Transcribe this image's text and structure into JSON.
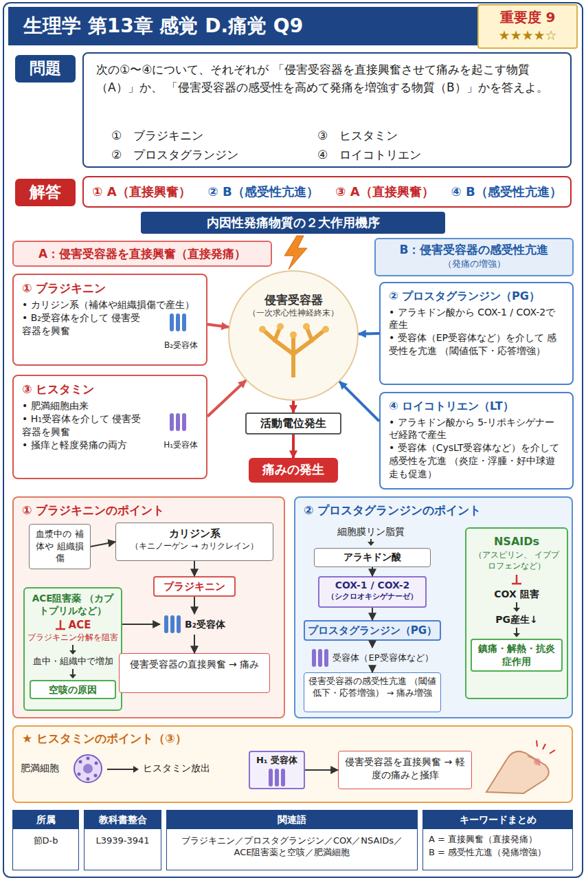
{
  "diagram": {
    "nodes": [
      {
        "text": [
          "生理学 第13章 感覚 D.痛覚 Q9"
        ]
      },
      {
        "text": [
          "重要度 9",
          "★★★★☆"
        ],
        "in": 0
      },
      {
        "text": [
          "問題"
        ]
      },
      {
        "text": [
          "次の①〜④について、それぞれが 「侵害受容器を直接興奮させて痛みを起こす物質（A）」か、 「侵害受容器の感受性を高めて発痛を増強する物質（B）」かを答えよ。",
          "①　ブラジキニン",
          "②　プロスタグランジン",
          "③　ヒスタミン",
          "④　ロイコトリエン"
        ]
      },
      {
        "text": [
          "解答"
        ]
      },
      {
        "text": [
          "① A（直接興奮）",
          "② B（感受性亢進）",
          "③ A（直接興奮）",
          "④ B（感受性亢進）"
        ]
      },
      {
        "text": [
          "内因性発痛物質の２大作用機序"
        ]
      },
      {
        "text": [
          "A：侵害受容器を直接興奮（直接発痛）"
        ]
      },
      {
        "text": [
          "B：侵害受容器の感受性亢進",
          "（発痛の増強）"
        ]
      },
      {
        "text": [
          "① ブラジキニン",
          "• カリジン系（補体や組織損傷で産生）",
          "• B₂受容体を介して 侵害受容器を興奮",
          "B₂受容体"
        ]
      },
      {
        "text": [
          "② プロスタグランジン（PG）",
          "• アラキドン酸から COX-1 / COX-2で産生",
          "• 受容体（EP受容体など）を介して 感受性を亢進 （閾値低下・応答増強）"
        ]
      },
      {
        "text": [
          "侵害受容器",
          "（一次求心性神経終末）"
        ]
      },
      {
        "text": [
          "③ ヒスタミン",
          "• 肥満細胞由来",
          "• H₁受容体を介して 侵害受容器を興奮",
          "• 掻痒と軽度発痛の両方",
          "H₁受容体"
        ]
      },
      {
        "text": [
          "④ ロイコトリエン（LT）",
          "• アラキドン酸から 5-リポキシゲナーゼ経路で産生",
          "• 受容体（CysLT受容体など）を介して 感受性を亢進 （炎症・浮腫・好中球遊走も促進）"
        ]
      },
      {
        "text": [
          "活動電位発生"
        ]
      },
      {
        "text": [
          "痛みの発生"
        ]
      },
      {
        "text": [
          "① ブラジキニンのポイント"
        ]
      },
      {
        "text": [
          "血漿中の 補体や 組織損傷"
        ],
        "in": 16
      },
      {
        "text": [
          "カリジン系",
          "（キニノーゲン → カリクレイン）"
        ],
        "in": 16
      },
      {
        "text": [
          "ブラジキニン"
        ],
        "in": 16
      },
      {
        "text": [
          "B₂受容体"
        ],
        "in": 16
      },
      {
        "text": [
          "ACE阻害薬 （カプトプリルなど）",
          "ACE",
          "ブラジキニン分解を阻害",
          "血中・組織中で増加"
        ],
        "in": 16
      },
      {
        "text": [
          "空咳の原因"
        ],
        "in": 21
      },
      {
        "text": [
          "侵害受容器の直接興奮 → 痛み"
        ],
        "in": 16
      },
      {
        "text": [
          "② プロスタグランジンのポイント"
        ]
      },
      {
        "text": [
          "アラキドン酸"
        ],
        "in": 24
      },
      {
        "text": [
          "COX-1 / COX-2",
          "（シクロオキシゲナーゼ）"
        ],
        "in": 24
      },
      {
        "text": [
          "プロスタグランジン（PG）"
        ],
        "in": 24
      },
      {
        "text": [
          "受容体（EP受容体など）"
        ],
        "in": 24
      },
      {
        "text": [
          "侵害受容器の感受性亢進 （閾値低下・応答増強） → 痛み増強"
        ],
        "in": 24
      },
      {
        "text": [
          "NSAIDs",
          "（アスピリン、 イブプロフェンなど）",
          "COX 阻害",
          "PG産生↓"
        ],
        "in": 24
      },
      {
        "text": [
          "鎮痛・解熱・抗炎症作用"
        ],
        "in": 30
      },
      {
        "text": [
          "★ ヒスタミンのポイント（③）"
        ]
      },
      {
        "text": [
          "H₁ 受容体"
        ],
        "in": 32
      },
      {
        "text": [
          "侵害受容器を直接興奮 → 軽度の痛みと掻痒"
        ],
        "in": 32
      },
      {
        "text": [
          "所属",
          "節D-b"
        ]
      },
      {
        "text": [
          "教科書整合",
          "L3939-3941"
        ]
      },
      {
        "text": [
          "関連語",
          "ブラジキニン／プロスタグランジン／COX／NSAIDs／ ACE阻害薬と空咳／肥満細胞"
        ]
      },
      {
        "text": [
          "キーワードまとめ",
          "A = 直接興奮（直接発痛）",
          "B = 感受性亢進（発痛増強）"
        ]
      }
    ],
    "edges": [
      {
        "from": 9,
        "to": 11,
        "arrow": "to"
      },
      {
        "from": 10,
        "to": 11,
        "arrow": "to"
      },
      {
        "from": 12,
        "to": 11,
        "arrow": "to"
      },
      {
        "from": 13,
        "to": 11,
        "arrow": "to"
      },
      {
        "from": 11,
        "to": 14,
        "arrow": "to"
      },
      {
        "from": 14,
        "to": 15,
        "arrow": "to"
      },
      {
        "from": 17,
        "to": 18,
        "arrow": "to"
      },
      {
        "from": 18,
        "to": 19,
        "arrow": "to"
      },
      {
        "from": 19,
        "to": 20,
        "arrow": "to"
      },
      {
        "from": 21,
        "to": 20,
        "arrow": "to"
      },
      {
        "from": 20,
        "to": 23,
        "arrow": "to"
      },
      {
        "from": 25,
        "to": 26,
        "arrow": "to"
      },
      {
        "from": 26,
        "to": 27,
        "arrow": "to"
      },
      {
        "from": 27,
        "to": 28,
        "arrow": "to"
      },
      {
        "from": 28,
        "to": 29,
        "arrow": "to"
      },
      {
        "from": 33,
        "to": 34,
        "arrow": "to"
      }
    ],
    "labels": [
      "細胞膜リン脂質",
      "肥満細胞",
      "ヒスタミン放出"
    ]
  }
}
